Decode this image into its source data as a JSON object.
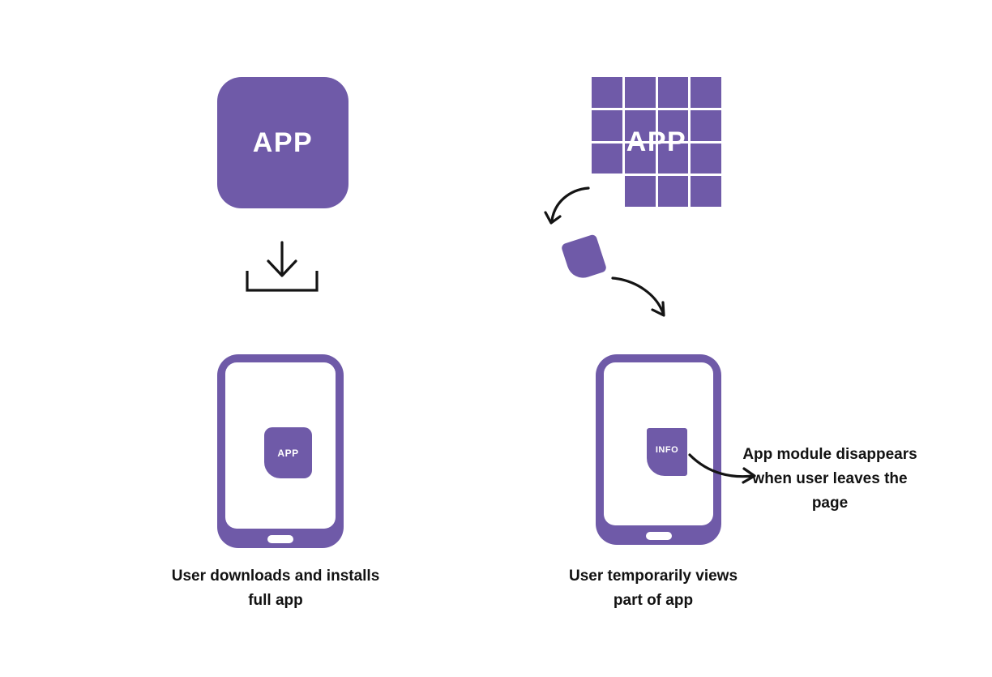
{
  "left": {
    "app_box_label": "APP",
    "device_app_label": "APP",
    "caption": "User downloads and installs full app"
  },
  "right": {
    "grid_label": "APP",
    "module_label": "INFO",
    "annotation": "App module disappears when user leaves the page",
    "caption": "User temporarily views part of app"
  },
  "icons": {
    "download": "download-icon",
    "arrow_grid_to_tile": "curved-arrow-down-left-icon",
    "arrow_tile_to_device": "curved-arrow-down-right-icon",
    "arrow_module_out": "curved-arrow-right-icon"
  },
  "colors": {
    "purple": "#6F5AA8",
    "ink": "#121212",
    "background": "#FFFFFF"
  }
}
